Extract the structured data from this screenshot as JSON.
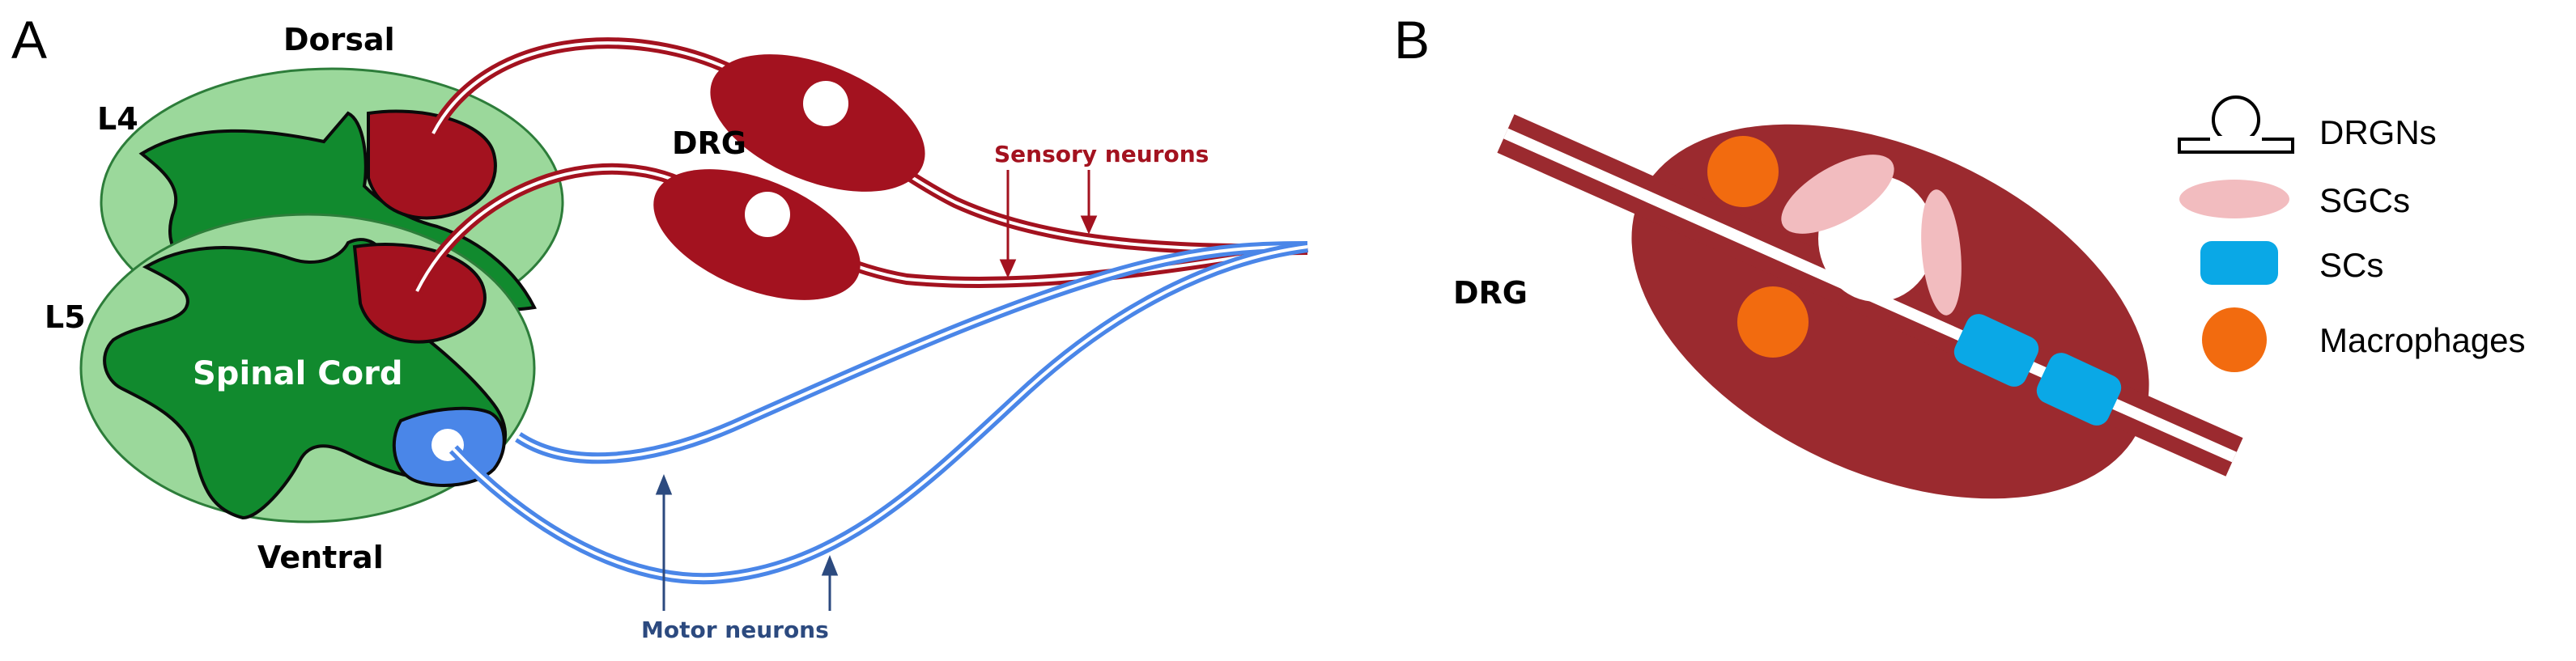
{
  "colors": {
    "sensory": "#a3121f",
    "motor": "#4a86e8",
    "cord_light": "#9bd89b",
    "cord_dark": "#118a2e",
    "drg_body": "#9b2a2f",
    "sgc": "#f2bcbf",
    "sc": "#0aa8e6",
    "macrophage": "#f26b0f"
  },
  "panel_a": {
    "letter": "A",
    "labels": {
      "dorsal": "Dorsal",
      "ventral": "Ventral",
      "l4": "L4",
      "l5": "L5",
      "drg": "DRG",
      "spinal_cord": "Spinal Cord",
      "sensory_neurons": "Sensory neurons",
      "motor_neurons": "Motor neurons"
    }
  },
  "panel_b": {
    "letter": "B",
    "drg_label": "DRG",
    "legend": [
      {
        "icon": "drgn-icon",
        "label": "DRGNs"
      },
      {
        "icon": "sgc-icon",
        "label": "SGCs"
      },
      {
        "icon": "sc-icon",
        "label": "SCs"
      },
      {
        "icon": "macrophage-icon",
        "label": "Macrophages"
      }
    ]
  }
}
